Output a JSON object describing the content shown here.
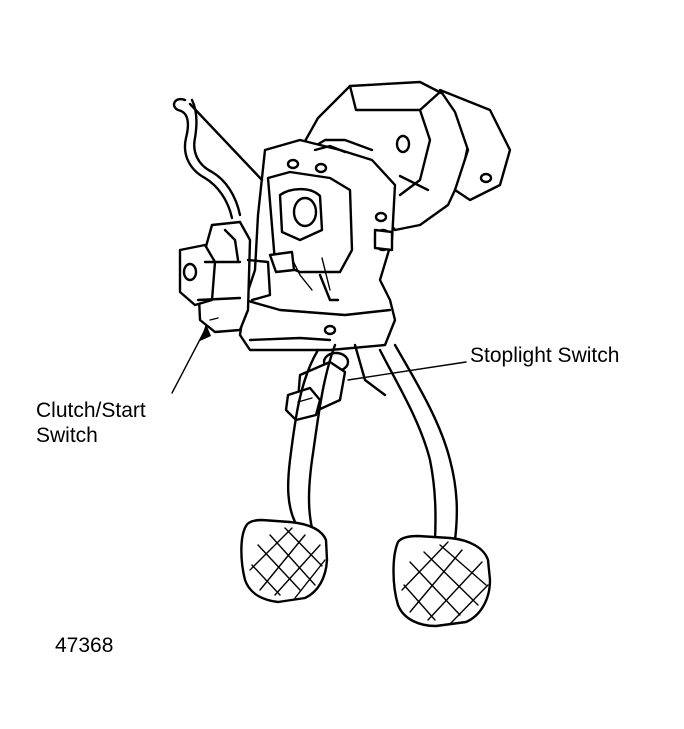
{
  "labels": {
    "clutch_line1": "Clutch/Start",
    "clutch_line2": "Switch",
    "stoplight": "Stoplight Switch",
    "figure_number": "47368"
  }
}
